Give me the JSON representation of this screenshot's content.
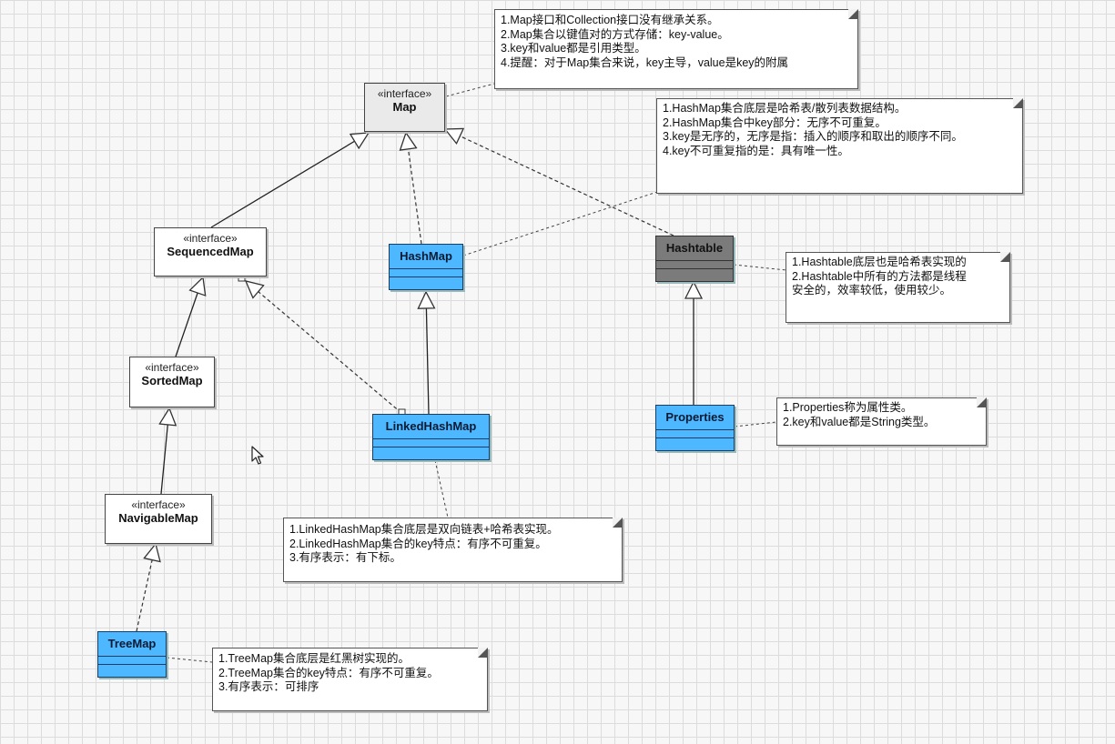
{
  "interfaces": {
    "map": {
      "stereotype": "«interface»",
      "name": "Map"
    },
    "sequenced_map": {
      "stereotype": "«interface»",
      "name": "SequencedMap"
    },
    "sorted_map": {
      "stereotype": "«interface»",
      "name": "SortedMap"
    },
    "navigable_map": {
      "stereotype": "«interface»",
      "name": "NavigableMap"
    }
  },
  "classes": {
    "hashmap": {
      "name": "HashMap"
    },
    "hashtable": {
      "name": "Hashtable"
    },
    "linked_hashmap": {
      "name": "LinkedHashMap"
    },
    "properties": {
      "name": "Properties"
    },
    "treemap": {
      "name": "TreeMap"
    }
  },
  "notes": {
    "map": [
      "1.Map接口和Collection接口没有继承关系。",
      "2.Map集合以键值对的方式存储：key-value。",
      "3.key和value都是引用类型。",
      "4.提醒：对于Map集合来说，key主导，value是key的附属"
    ],
    "hashmap": [
      "1.HashMap集合底层是哈希表/散列表数据结构。",
      "2.HashMap集合中key部分：无序不可重复。",
      "3.key是无序的，无序是指：插入的顺序和取出的顺序不同。",
      "4.key不可重复指的是：具有唯一性。"
    ],
    "hashtable": [
      "1.Hashtable底层也是哈希表实现的",
      "2.Hashtable中所有的方法都是线程",
      "安全的，效率较低，使用较少。"
    ],
    "properties": [
      "1.Properties称为属性类。",
      "2.key和value都是String类型。"
    ],
    "linked_hashmap": [
      "1.LinkedHashMap集合底层是双向链表+哈希表实现。",
      "2.LinkedHashMap集合的key特点：有序不可重复。",
      "3.有序表示：有下标。"
    ],
    "treemap": [
      "1.TreeMap集合底层是红黑树实现的。",
      "2.TreeMap集合的key特点：有序不可重复。",
      "3.有序表示：可排序"
    ]
  }
}
